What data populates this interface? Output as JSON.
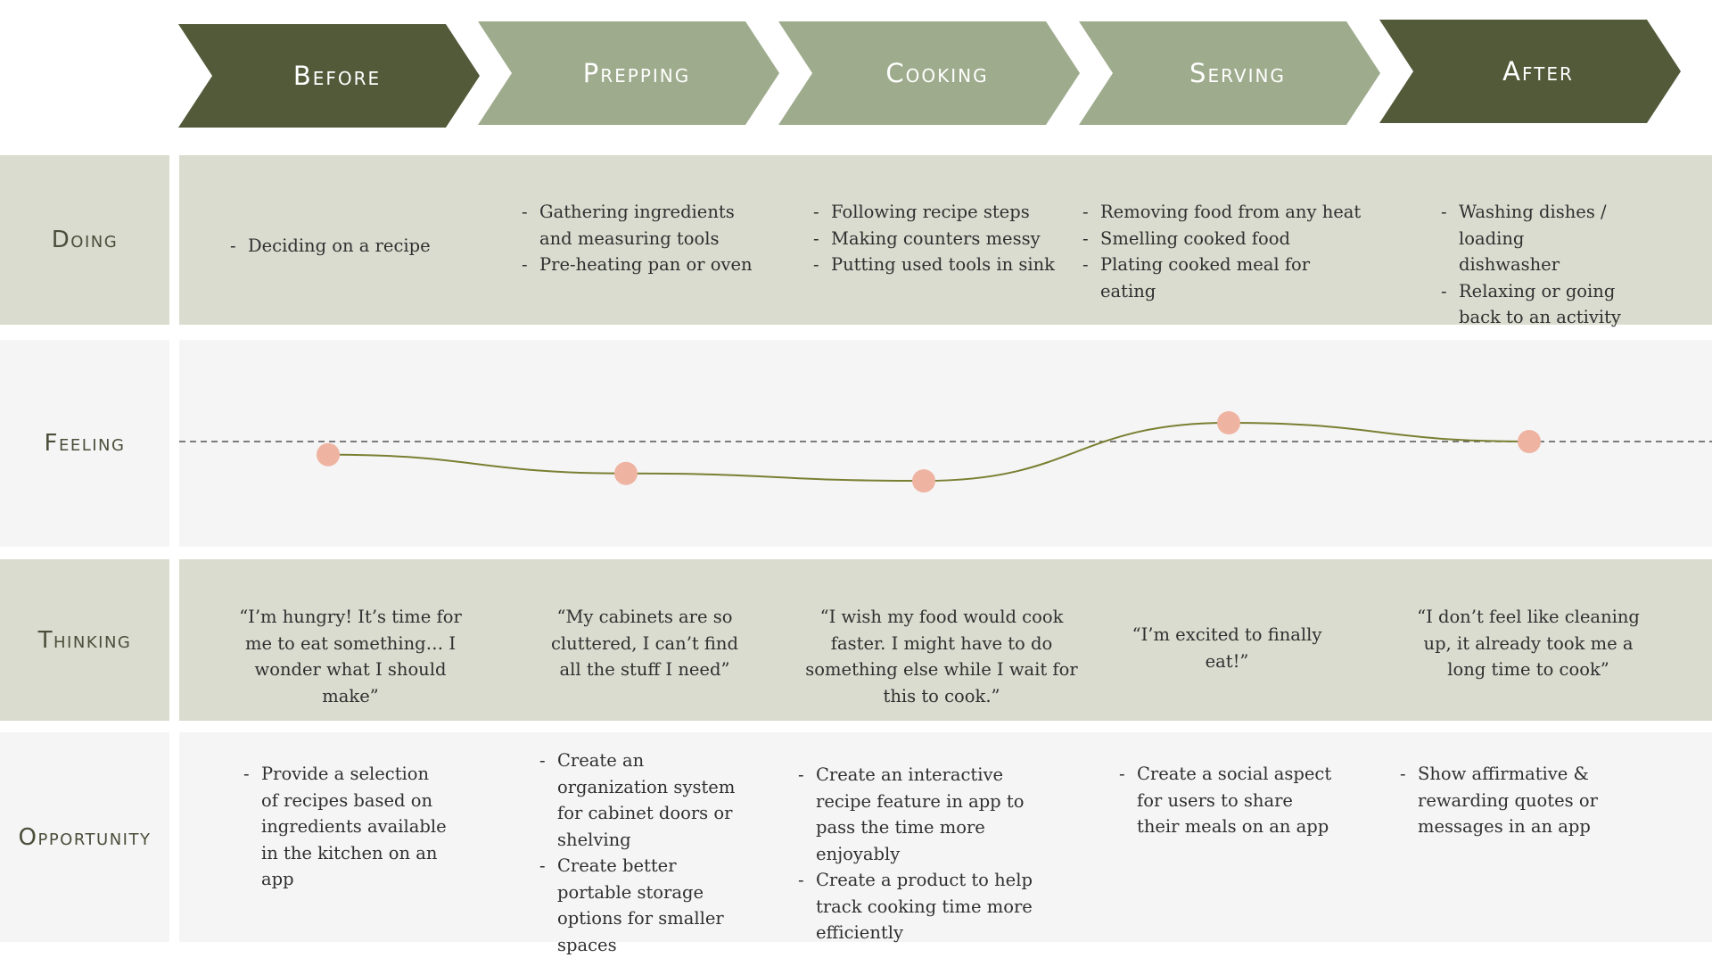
{
  "stages": [
    "Before",
    "Prepping",
    "Cooking",
    "Serving",
    "After"
  ],
  "stage_colors": {
    "dark": "#535a3a",
    "light": "#9eab8c"
  },
  "rows": {
    "doing": "Doing",
    "feeling": "Feeling",
    "thinking": "Thinking",
    "opportunity": "Opportunity"
  },
  "doing": [
    [
      "Deciding on a recipe"
    ],
    [
      "Gathering ingredients and measuring tools",
      "Pre-heating pan or oven"
    ],
    [
      "Following recipe steps",
      "Making counters messy",
      "Putting used tools in sink"
    ],
    [
      "Removing food from any heat",
      "Smelling cooked food",
      "Plating cooked meal for eating"
    ],
    [
      "Washing dishes / loading dishwasher",
      "Relaxing or going back to an activity"
    ]
  ],
  "feeling_levels": [
    -0.35,
    -0.85,
    -1.05,
    0.5,
    0.0
  ],
  "feeling_colors": {
    "line": "#7a7f32",
    "point": "#efb3a1",
    "baseline": "#555555"
  },
  "thinking": [
    "“I’m hungry! It’s time for me to eat something… I wonder what I should make”",
    "“My cabinets are so cluttered, I can’t find all the stuff I need”",
    "“I wish my food would cook faster. I might have to do something else while I wait for this to cook.”",
    "“I’m excited to finally eat!”",
    "“I don’t feel like cleaning up, it already took me a long time to cook”"
  ],
  "opportunity": [
    [
      "Provide a selection of recipes based on ingredients available in the kitchen on an app"
    ],
    [
      "Create an organization system for cabinet doors or shelving",
      "Create better portable storage options for smaller spaces"
    ],
    [
      "Create an interactive recipe feature in app to pass the time more enjoyably",
      "Create a product to help track cooking time more efficiently"
    ],
    [
      "Create a social aspect for users to share their meals on an app"
    ],
    [
      "Show affirmative & rewarding quotes or messages in an app"
    ]
  ]
}
